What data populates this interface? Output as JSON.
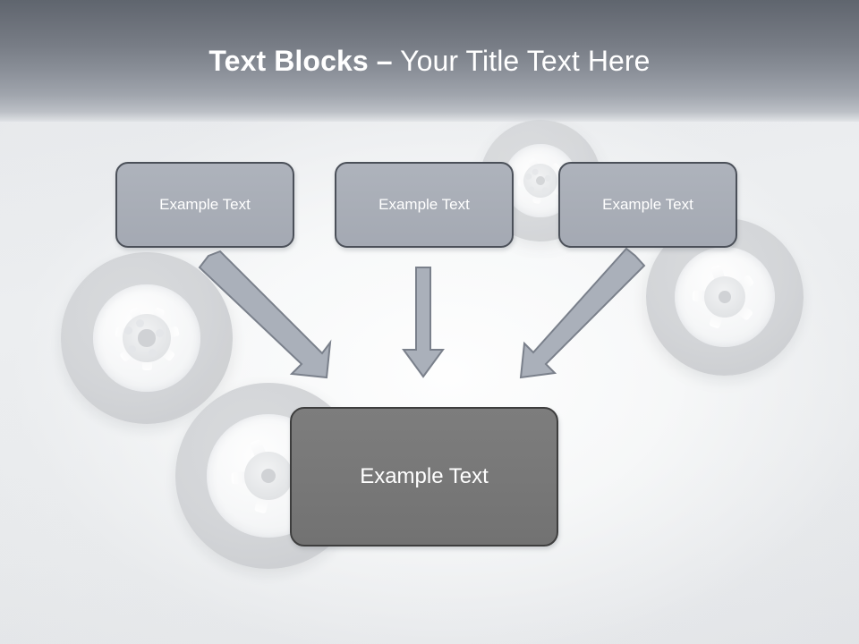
{
  "slide": {
    "title": {
      "strong": "Text Blocks",
      "separator": "–",
      "light": "Your Title Text Here",
      "full": "Text Blocks – Your Title Text Here"
    },
    "background": {
      "style": "light-gray-studio-gradient",
      "base_color": "#e9eaec",
      "header_top_color": "#5f656e",
      "header_bottom_color": "#bcc0c6"
    }
  },
  "boxes": {
    "top": [
      {
        "id": "box-1",
        "label": "Example Text"
      },
      {
        "id": "box-2",
        "label": "Example Text"
      },
      {
        "id": "box-3",
        "label": "Example Text"
      }
    ],
    "main": {
      "id": "box-main",
      "label": "Example Text"
    },
    "colors": {
      "top_fill": "#a9aeb7",
      "top_border": "#4b5059",
      "top_text": "#ffffff",
      "main_fill": "#787878",
      "main_border": "#3e3e3e",
      "main_text": "#ffffff"
    }
  },
  "arrows": [
    {
      "id": "arrow-left",
      "direction": "down-right",
      "from_box": "box-1",
      "to_box": "box-main"
    },
    {
      "id": "arrow-center",
      "direction": "down",
      "from_box": "box-2",
      "to_box": "box-main"
    },
    {
      "id": "arrow-right",
      "direction": "down-left",
      "from_box": "box-3",
      "to_box": "box-main"
    }
  ],
  "arrow_style": {
    "fill": "#aab0ba",
    "outline": "#7a808b"
  },
  "decorations": [
    {
      "id": "wheel-left",
      "name": "car-wheel-graphic"
    },
    {
      "id": "wheel-bottom",
      "name": "car-wheel-graphic"
    },
    {
      "id": "wheel-center-top",
      "name": "car-wheel-graphic"
    },
    {
      "id": "wheel-right",
      "name": "car-wheel-graphic"
    }
  ]
}
